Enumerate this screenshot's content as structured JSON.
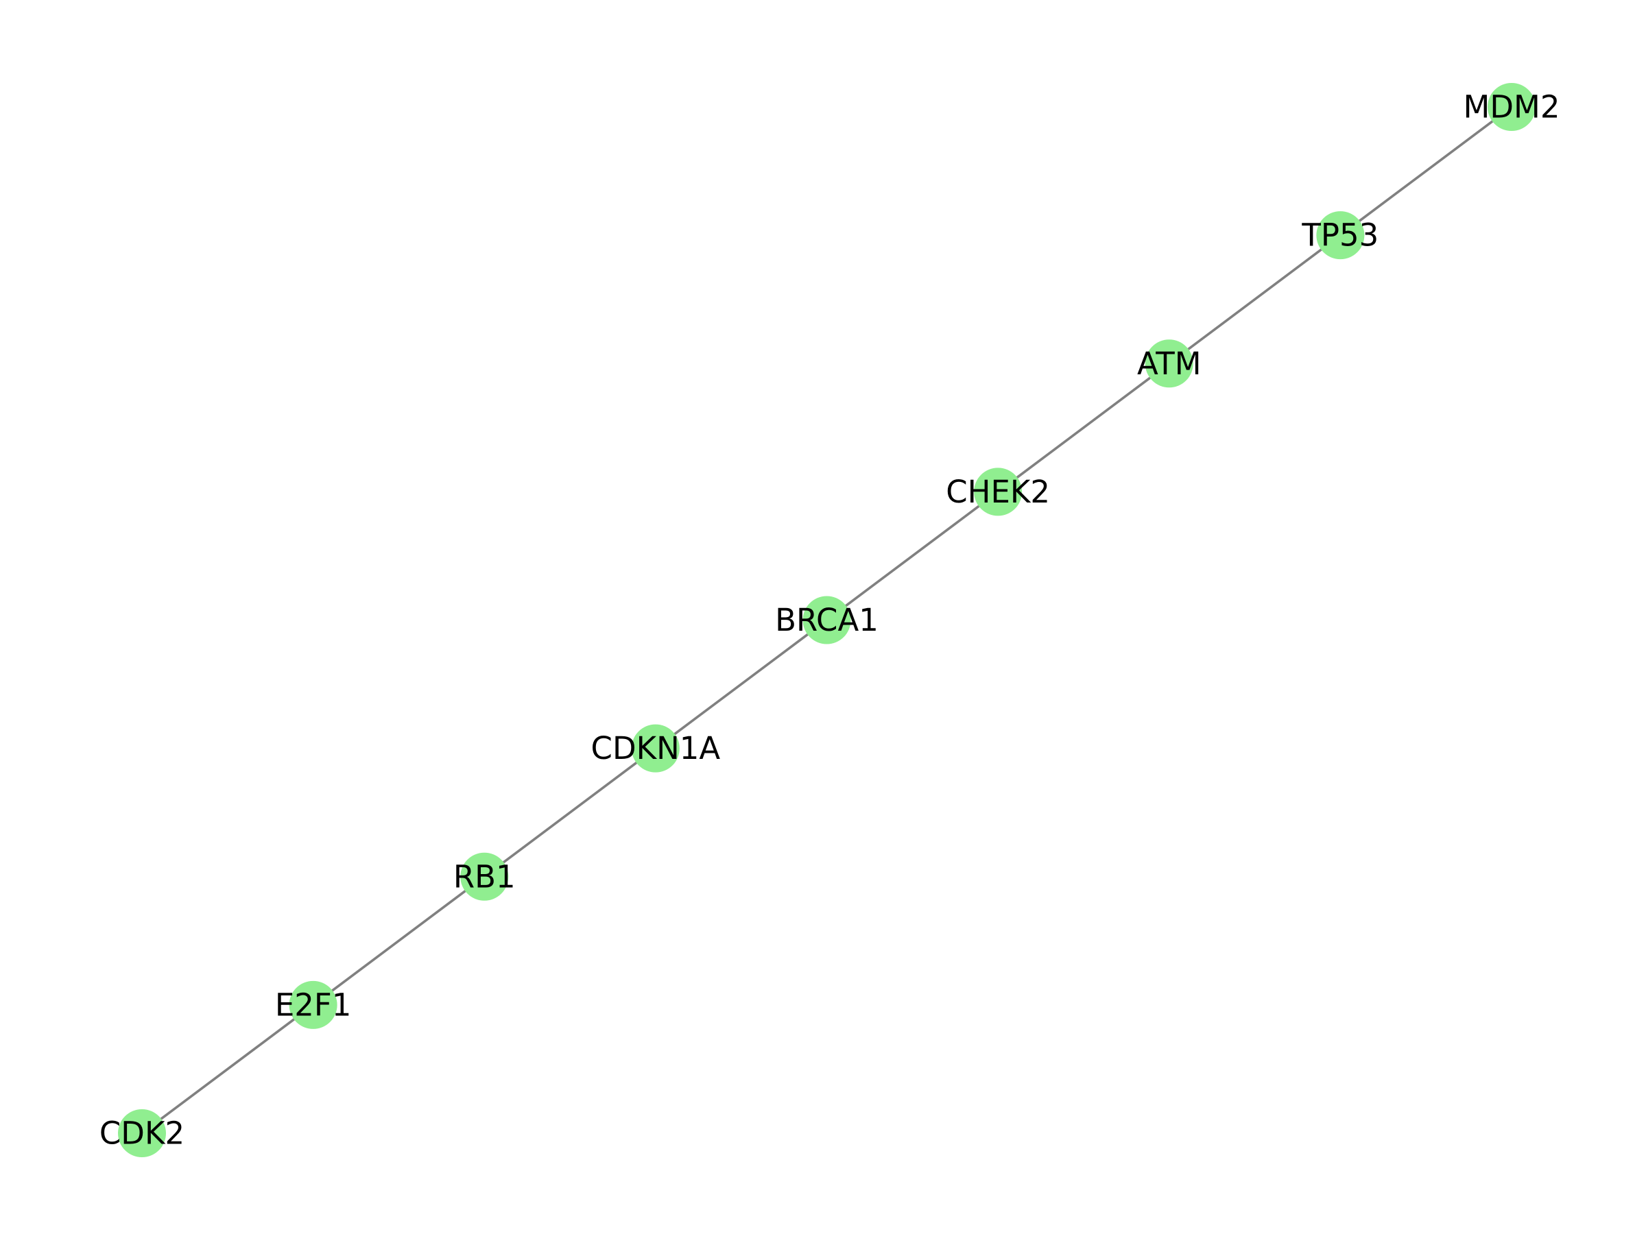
{
  "graph": {
    "nodes": [
      {
        "id": "MDM2",
        "label": "MDM2"
      },
      {
        "id": "TP53",
        "label": "TP53"
      },
      {
        "id": "ATM",
        "label": "ATM"
      },
      {
        "id": "CHEK2",
        "label": "CHEK2"
      },
      {
        "id": "BRCA1",
        "label": "BRCA1"
      },
      {
        "id": "CDKN1A",
        "label": "CDKN1A"
      },
      {
        "id": "RB1",
        "label": "RB1"
      },
      {
        "id": "E2F1",
        "label": "E2F1"
      },
      {
        "id": "CDK2",
        "label": "CDK2"
      }
    ],
    "edges": [
      [
        "MDM2",
        "TP53"
      ],
      [
        "TP53",
        "ATM"
      ],
      [
        "ATM",
        "CHEK2"
      ],
      [
        "CHEK2",
        "BRCA1"
      ],
      [
        "BRCA1",
        "CDKN1A"
      ],
      [
        "CDKN1A",
        "RB1"
      ],
      [
        "RB1",
        "E2F1"
      ],
      [
        "E2F1",
        "CDK2"
      ]
    ]
  },
  "colors": {
    "node_fill": "#90EE90",
    "edge_stroke": "#808080",
    "label_text": "#000000",
    "background": "#FFFFFF"
  }
}
